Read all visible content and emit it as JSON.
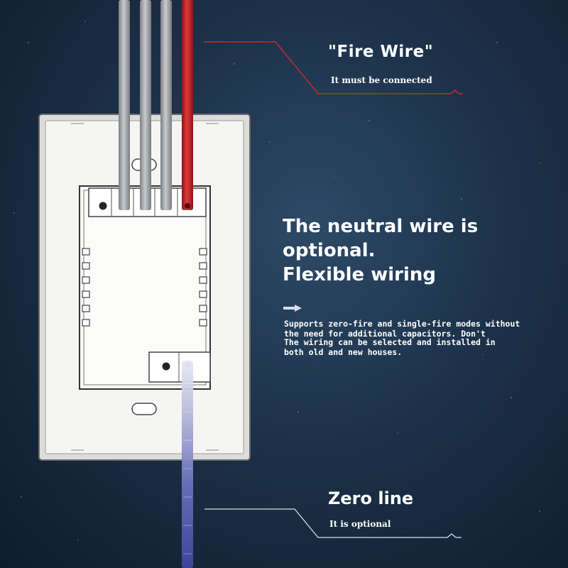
{
  "fire_wire": {
    "title": "\"Fire Wire\"",
    "subtitle": "It must be connected",
    "wire_color": "#c0282a"
  },
  "neutral": {
    "heading": "The neutral wire is optional.",
    "subheading": "Flexible wiring",
    "icon": "arrow-icon",
    "description_line1": "Supports zero-fire and single-fire modes without the need for additional capacitors. Don't",
    "description_line2": "The wiring can be selected and installed in both old and new houses."
  },
  "zero_line": {
    "title": "Zero line",
    "subtitle": "It is optional",
    "wire_color": "#4b54a8"
  },
  "colors": {
    "background": "#1c3149",
    "plate": "#f3f3f1",
    "gray_wire": "#a7a8ab"
  }
}
